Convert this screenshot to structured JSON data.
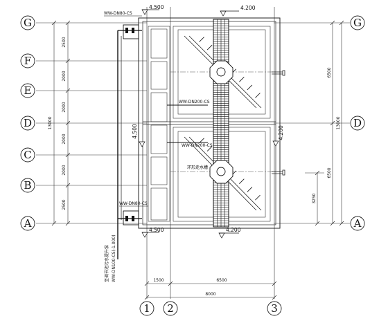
{
  "grid_rows": [
    {
      "label": "G"
    },
    {
      "label": "F"
    },
    {
      "label": "E"
    },
    {
      "label": "D"
    },
    {
      "label": "C"
    },
    {
      "label": "B"
    },
    {
      "label": "A"
    }
  ],
  "grid_cols": [
    {
      "label": "1"
    },
    {
      "label": "2"
    },
    {
      "label": "3"
    }
  ],
  "dims_left": [
    "2500",
    "2000",
    "2000",
    "2000",
    "2000",
    "2500"
  ],
  "dim_left_total": "13000",
  "dims_right": [
    "6500",
    "6500"
  ],
  "dim_right_total": "13000",
  "dim_right_offset": "3250",
  "dims_bottom": [
    "1500",
    "6500"
  ],
  "dim_bottom_total": "8000",
  "levels": {
    "top_left": "4.500",
    "top_right": "4.200",
    "mid_left": "4.500",
    "mid_right": "4.200",
    "bottom_left": "4.500",
    "bottom_right": "4.200"
  },
  "pipes": {
    "top_inlet": "WW-DN80-CS",
    "bottom_inlet": "WW-DN80-CS",
    "upper_cell": "WW-DN200-CS",
    "lower_cell": "WW-DN200-CS",
    "riser": "WW-DN100-CS(-1.000)",
    "riser_note": "至调节池污水提升泵",
    "equipment": "环形走水槽"
  }
}
